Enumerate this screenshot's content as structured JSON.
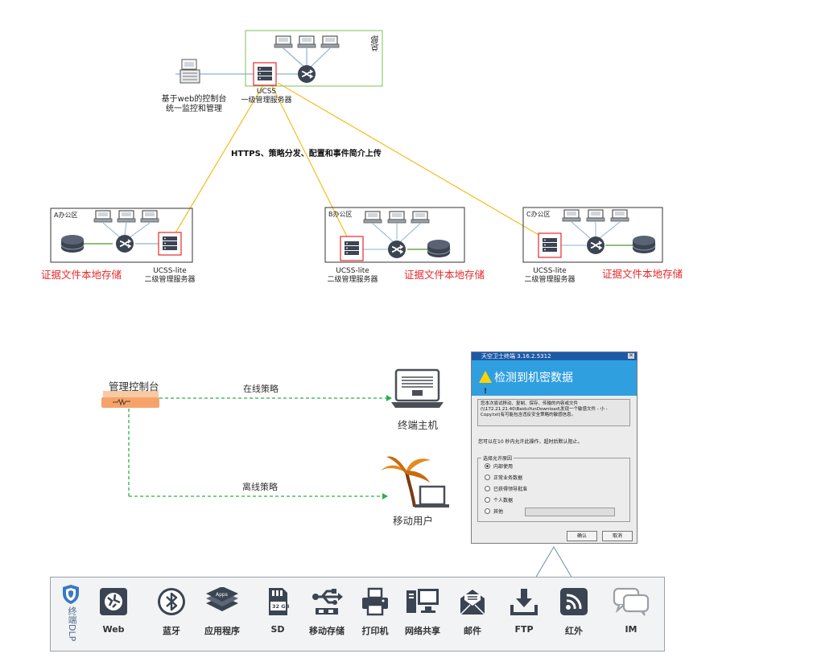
{
  "top_diagram": {
    "hq_label": "总部",
    "console_label": "基于web的控制台\n统一监控和管理",
    "hq_server_label": "UCSS\n一级管理服务器",
    "link_label": "HTTPS、策略分发、配置和事件简介上传",
    "branches": [
      {
        "name": "A办公区",
        "server_label": "UCSS-lite\n二级管理服务器",
        "storage_label": "证据文件本地存储"
      },
      {
        "name": "B办公区",
        "server_label": "UCSS-lite\n二级管理服务器",
        "storage_label": "证据文件本地存储"
      },
      {
        "name": "C办公区",
        "server_label": "UCSS-lite\n二级管理服务器",
        "storage_label": "证据文件本地存储"
      }
    ]
  },
  "policy_diagram": {
    "console_title": "管理控制台",
    "online_label": "在线策略",
    "offline_label": "离线策略",
    "endpoint_label": "终端主机",
    "mobile_label": "移动用户"
  },
  "dialog": {
    "title": "天空卫士终端 3.16.2.5312",
    "banner": "检测到机密数据",
    "message": "您本次尝试移动、复制、保存、传输的内容或文件(\\\\172.21.21.40\\BaiduYunDownload\\发现一个敏感文件 - 小 - Copy.txt)有可能包含违反安全策略的敏感信息。",
    "hint": "您可以在10 秒内允许此操作，超时后默认阻止。",
    "group_title": "选择允许原因",
    "options": [
      "内部使用",
      "正常业务数据",
      "已获得领导批准",
      "个人数据",
      "其他"
    ],
    "selected_index": 0,
    "ok_label": "确认",
    "cancel_label": "取消"
  },
  "channel_bar": {
    "brand": "终端DLP",
    "channels": [
      {
        "label": "Web",
        "icon": "web-globe-icon"
      },
      {
        "label": "蓝牙",
        "icon": "bluetooth-icon"
      },
      {
        "label": "应用程序",
        "icon": "apps-stack-icon"
      },
      {
        "label": "SD",
        "icon": "sd-card-icon"
      },
      {
        "label": "移动存储",
        "icon": "usb-icon"
      },
      {
        "label": "打印机",
        "icon": "printer-icon"
      },
      {
        "label": "网络共享",
        "icon": "network-share-icon"
      },
      {
        "label": "邮件",
        "icon": "mail-icon"
      },
      {
        "label": "FTP",
        "icon": "download-icon"
      },
      {
        "label": "红外",
        "icon": "infrared-icon"
      },
      {
        "label": "IM",
        "icon": "chat-bubbles-icon"
      }
    ],
    "sd_capacity": "32 GB"
  },
  "colors": {
    "link_yellow": "#f2c12e",
    "lan_blue": "#8fb0d6",
    "storage_green": "#6aa84f",
    "hq_border": "#7fbf5a",
    "highlight_red": "#e8282b",
    "policy_green": "#2ab14a",
    "console_orange": "#f5a36b",
    "dialog_banner": "#2f9fe0",
    "icon_dark": "#3b4452"
  }
}
